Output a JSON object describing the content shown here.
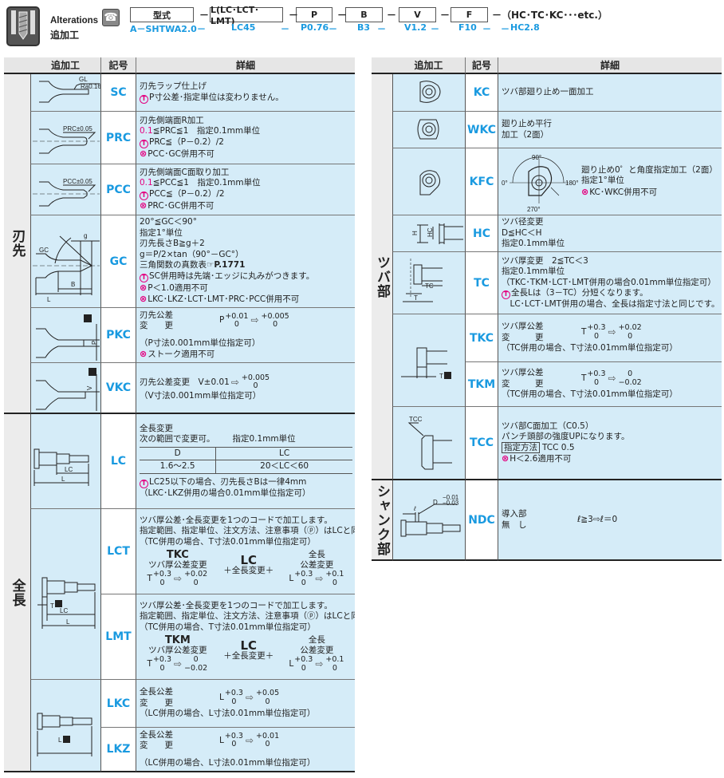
{
  "header": {
    "title_en": "Alterations",
    "title_ja": "追加工",
    "boxes": [
      "型式",
      "L(LC･LCT･LMT)",
      "P",
      "B",
      "V",
      "F"
    ],
    "tail": "－（HC･TC･KC･･･etc.）",
    "dash": "－",
    "examples": [
      "A－SHTWA2.0",
      "LC45",
      "P0.76",
      "B3",
      "V1.2",
      "F10",
      "HC2.8"
    ],
    "colors": {
      "accent": "#1a9ae0",
      "warning": "#e4007f",
      "row_bg": "#d5ecf8"
    }
  },
  "columns": {
    "alteration": "追加工",
    "code": "記号",
    "detail": "詳細"
  },
  "left": {
    "groups": [
      "刃先",
      "全長"
    ],
    "rows": [
      {
        "code": "SC",
        "dims": [
          "GL",
          "Ra0.16"
        ],
        "lines": [
          {
            "t": "刃先ラップ仕上げ"
          },
          {
            "icon": "note",
            "t": "P寸公差･指定単位は変わりません。"
          }
        ]
      },
      {
        "code": "PRC",
        "dims": [
          "PRC±0.05"
        ],
        "lines": [
          {
            "t": "刃先側端面R加工"
          },
          {
            "pink": "0.1",
            "t": "≦PRC≦1　指定0.1mm単位"
          },
          {
            "icon": "note",
            "t": "PRC≦（P－0.2）/2"
          },
          {
            "icon": "ban",
            "t": "PCC･GC併用不可"
          }
        ]
      },
      {
        "code": "PCC",
        "dims": [
          "PCC±0.05"
        ],
        "lines": [
          {
            "t": "刃先側端面C面取り加工"
          },
          {
            "pink": "0.1",
            "t": "≦PCC≦1　指定0.1mm単位"
          },
          {
            "icon": "note",
            "t": "PCC≦（P－0.2）/2"
          },
          {
            "icon": "ban",
            "t": "PRC･GC併用不可"
          }
        ]
      },
      {
        "code": "GC",
        "dims": [
          "GC",
          "g",
          "B",
          "L"
        ],
        "lines": [
          {
            "t": "20°≦GC＜90°"
          },
          {
            "t": "指定1°単位"
          },
          {
            "t": "刃先長さB≧g＋2"
          },
          {
            "t": "g＝P/2×tan（90°－GC°）"
          },
          {
            "t": "三角関数の真数表",
            "link": "☞P.1771"
          },
          {
            "icon": "note",
            "t": "SC併用時は先端･エッジに丸みがつきます。"
          },
          {
            "icon": "ban",
            "t": "P＜1.0適用不可"
          },
          {
            "icon": "ban",
            "t": "LKC･LKZ･LCT･LMT･PRC･PCC併用不可"
          }
        ]
      },
      {
        "code": "PKC",
        "dims": [
          "P"
        ],
        "lines": [
          {
            "tol": {
              "l1": "刃先公差",
              "l2": "変　　更",
              "var": "P",
              "from": [
                "+0.01",
                "0"
              ],
              "to": [
                "+0.005",
                "0"
              ]
            }
          },
          {
            "gap": true
          },
          {
            "t": "（P寸法0.001mm単位指定可）"
          },
          {
            "icon": "ban",
            "t": "ストーク適用不可"
          }
        ]
      },
      {
        "code": "VKC",
        "dims": [
          "V"
        ],
        "lines": [
          {
            "itol": {
              "pre": "刃先公差変更　V±0.01",
              "to": [
                "+0.005",
                "0"
              ]
            }
          },
          {
            "t": "（V寸法0.001mm単位指定可）"
          }
        ]
      },
      {
        "code": "LC",
        "dims": [
          "LC",
          "L"
        ],
        "lines": [
          {
            "t": "全長変更"
          },
          {
            "t": "次の範囲で変更可。",
            "t2": "指定0.1mm単位"
          },
          {
            "table": {
              "head": [
                "D",
                "LC"
              ],
              "row": [
                "1.6～2.5",
                "20＜LC＜60"
              ]
            }
          },
          {
            "icon": "note",
            "t": "LC25以下の場合、刃先長さBは一律4mm"
          },
          {
            "t": "（LKC･LKZ併用の場合0.01mm単位指定可）"
          }
        ]
      },
      {
        "code": "LCT",
        "dims": [
          "T",
          "LC",
          "L"
        ],
        "lines": [
          {
            "t": "ツバ厚公差･全長変更を1つのコードで加工します。"
          },
          {
            "t": "指定範囲、指定単位、注文方法、注意事項（ⓟ）はLCと同様"
          },
          {
            "t": "（TC併用の場合、T寸法0.01mm単位指定可）"
          },
          {
            "combo": {
              "c1": "TKC",
              "c1s": "ツバ厚公差変更",
              "f1": {
                "var": "T",
                "from": [
                  "+0.3",
                  "0"
                ],
                "to": [
                  "+0.02",
                  "0"
                ]
              },
              "c2": "LC",
              "c2s": "＋全長変更＋",
              "c3": "全長",
              "c3s": "公差変更",
              "f3": {
                "var": "L",
                "from": [
                  "+0.3",
                  "0"
                ],
                "to": [
                  "+0.1",
                  "0"
                ]
              }
            }
          }
        ]
      },
      {
        "code": "LMT",
        "lines": [
          {
            "t": "ツバ厚公差･全長変更を1つのコードで加工します。"
          },
          {
            "t": "指定範囲、指定単位、注文方法、注意事項（ⓟ）はLCと同様"
          },
          {
            "t": "（TC併用の場合、T寸法0.01mm単位指定可）"
          },
          {
            "combo": {
              "c1": "TKM",
              "c1s": "ツバ厚公差変更",
              "f1": {
                "var": "T",
                "from": [
                  "+0.3",
                  "0"
                ],
                "to": [
                  "0",
                  "−0.02"
                ]
              },
              "c2": "LC",
              "c2s": "＋全長変更＋",
              "c3": "全長",
              "c3s": "公差変更",
              "f3": {
                "var": "L",
                "from": [
                  "+0.3",
                  "0"
                ],
                "to": [
                  "+0.1",
                  "0"
                ]
              }
            }
          }
        ]
      },
      {
        "code": "LKC",
        "dims": [
          "L"
        ],
        "lines": [
          {
            "tol": {
              "l1": "全長公差",
              "l2": "変　　更",
              "var": "L",
              "from": [
                "+0.3",
                "0"
              ],
              "to": [
                "+0.05",
                "0"
              ]
            }
          },
          {
            "t": "（LC併用の場合、L寸法0.01mm単位指定可）"
          }
        ]
      },
      {
        "code": "LKZ",
        "lines": [
          {
            "tol": {
              "l1": "全長公差",
              "l2": "変　　更",
              "var": "L",
              "from": [
                "+0.3",
                "0"
              ],
              "to": [
                "+0.01",
                "0"
              ]
            }
          },
          {
            "gap": true
          },
          {
            "t": "（LC併用の場合、L寸法0.01mm単位指定可）"
          }
        ]
      }
    ]
  },
  "right": {
    "groups": [
      "ツバ部",
      "シャンク部"
    ],
    "rows": [
      {
        "code": "KC",
        "lines": [
          {
            "t": "ツバ部廻り止め一面加工"
          }
        ]
      },
      {
        "code": "WKC",
        "lines": [
          {
            "t": "廻り止め平行"
          },
          {
            "t": "加工（2面）"
          }
        ]
      },
      {
        "code": "KFC",
        "angles": [
          "90°",
          "0°",
          "180°",
          "270°"
        ],
        "lines": [
          {
            "t": "廻り止め0゜と角度指定加工（2面）"
          },
          {
            "t": "指定1°単位"
          },
          {
            "icon": "ban",
            "t": "KC･WKC併用不可"
          }
        ]
      },
      {
        "code": "HC",
        "dims": [
          "H",
          "HC"
        ],
        "lines": [
          {
            "t": "ツバ径変更"
          },
          {
            "t": "D≦HC＜H"
          },
          {
            "t": "指定0.1mm単位"
          }
        ]
      },
      {
        "code": "TC",
        "dims": [
          "TC",
          "T"
        ],
        "lines": [
          {
            "t": "ツバ厚変更　2≦TC＜3"
          },
          {
            "t": "指定0.1mm単位"
          },
          {
            "t": "（TKC･TKM･LCT･LMT併用の場合0.01mm単位指定可）"
          },
          {
            "icon": "note",
            "t": "全長Lは（3－TC）分短くなります。"
          },
          {
            "t": "　LC･LCT･LMT併用の場合、全長は指定寸法と同じです。"
          }
        ]
      },
      {
        "code": "TKC",
        "dims": [
          "T"
        ],
        "lines": [
          {
            "tol": {
              "l1": "ツバ厚公差",
              "l2": "変　　　更",
              "var": "T",
              "from": [
                "+0.3",
                "0"
              ],
              "to": [
                "+0.02",
                "0"
              ]
            }
          },
          {
            "t": "（TC併用の場合、T寸法0.01mm単位指定可）"
          }
        ]
      },
      {
        "code": "TKM",
        "lines": [
          {
            "tol": {
              "l1": "ツバ厚公差",
              "l2": "変　　　更",
              "var": "T",
              "from": [
                "+0.3",
                "0"
              ],
              "to": [
                "0",
                "−0.02"
              ]
            }
          },
          {
            "t": "（TC併用の場合、T寸法0.01mm単位指定可）"
          }
        ]
      },
      {
        "code": "TCC",
        "dims": [
          "TCC"
        ],
        "lines": [
          {
            "t": "ツバ部C面加工（C0.5）"
          },
          {
            "t": "パンチ頭部の強度UPになります。"
          },
          {
            "box": "指定方法",
            "t": "TCC 0.5"
          },
          {
            "icon": "ban",
            "t": "H＜2.6適用不可"
          }
        ]
      },
      {
        "code": "NDC",
        "dims": [
          "ℓ",
          "D",
          "−0.01",
          "−0.03"
        ],
        "lines": [
          {
            "pair": {
              "l1": "導入部",
              "l2": "無　し",
              "r": "ℓ≧3⇨ℓ＝0"
            }
          }
        ]
      }
    ]
  }
}
